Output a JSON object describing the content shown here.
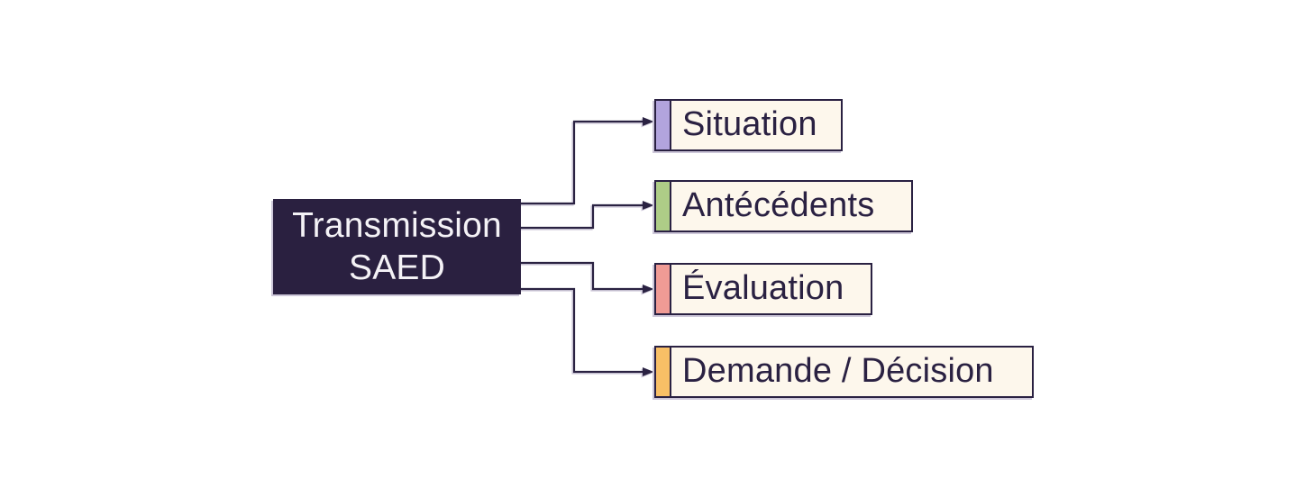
{
  "page": {
    "background_color": "#ffffff"
  },
  "diagram": {
    "root": {
      "label": "Transmission SAED",
      "fill_color": "#2a2040",
      "text_color": "#f4f2f6"
    },
    "items": [
      {
        "label": "Situation",
        "accent_color": "#b2a4dd"
      },
      {
        "label": "Antécédents",
        "accent_color": "#aecd87"
      },
      {
        "label": "Évaluation",
        "accent_color": "#f09b95"
      },
      {
        "label": "Demande / Décision",
        "accent_color": "#f8bf66"
      }
    ],
    "style": {
      "item_fill_color": "#fdf7ec",
      "ink_color": "#2a2142",
      "connector_color": "#2a2142",
      "shadow_color": "#cdc7d9"
    }
  }
}
